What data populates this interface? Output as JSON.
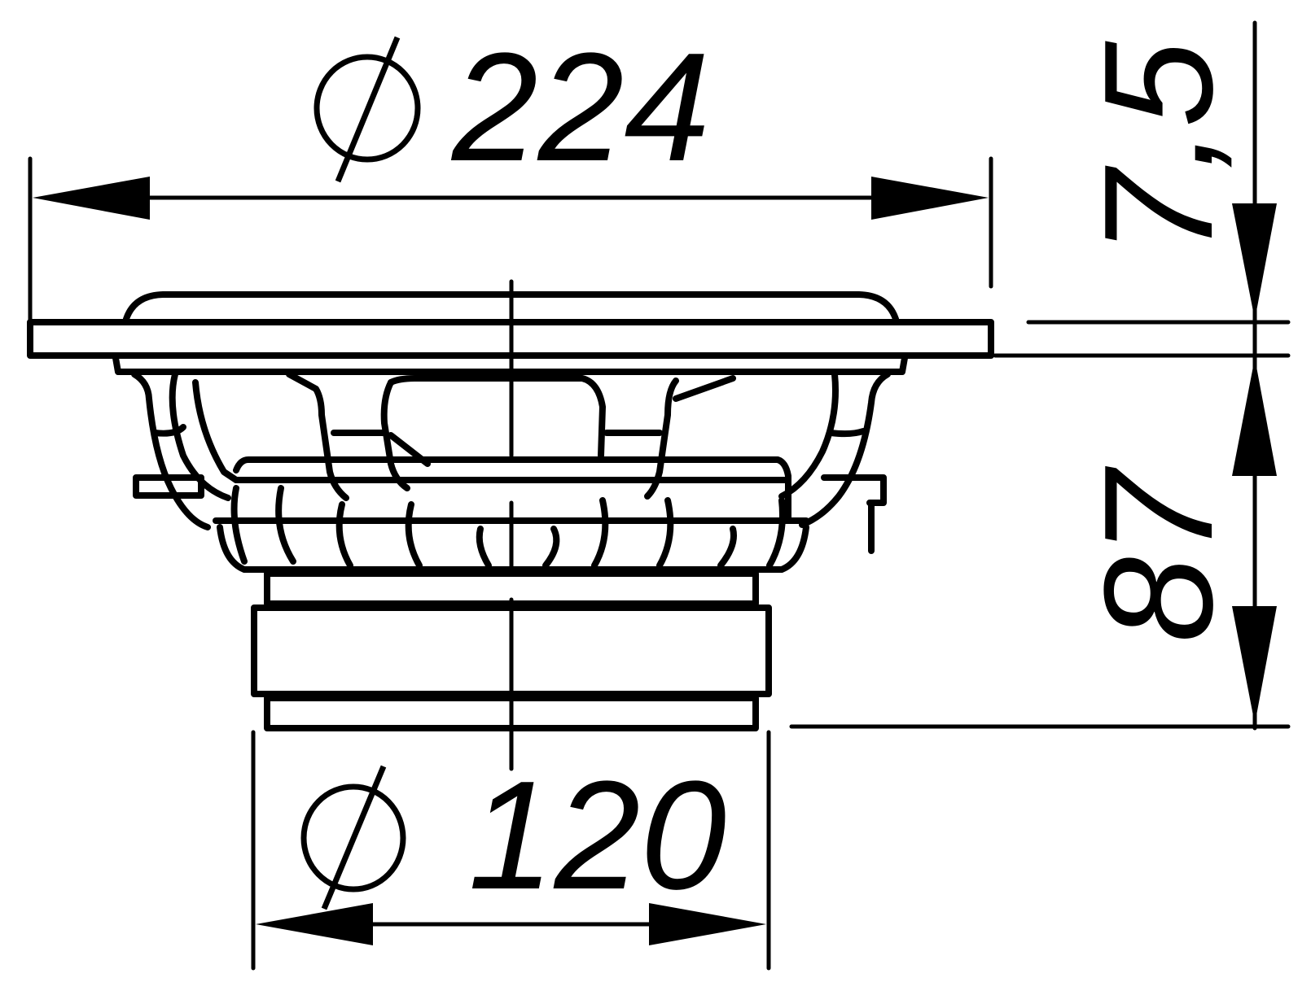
{
  "drawing": {
    "subject": "speaker-profile",
    "line_color": "#000000",
    "background": "#ffffff"
  },
  "dimensions": {
    "outer_diameter": {
      "symbol": "⌀",
      "value": "224"
    },
    "magnet_diameter": {
      "symbol": "⌀",
      "value": "120"
    },
    "flange_height": {
      "value": "7,5"
    },
    "mount_depth": {
      "value": "87"
    }
  }
}
